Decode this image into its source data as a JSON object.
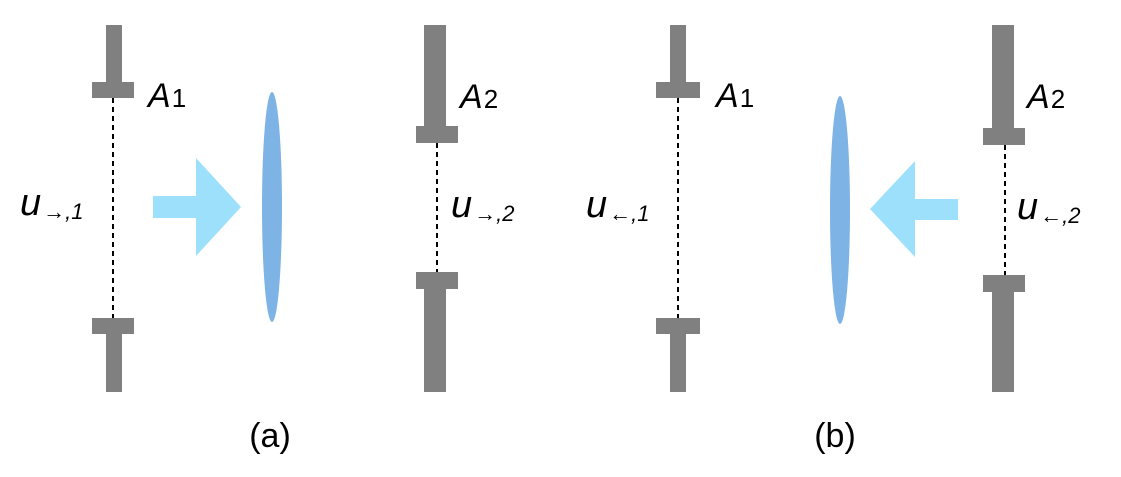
{
  "colors": {
    "aperture": "#808080",
    "lens": "#7eb3e6",
    "arrow": "#9ce0fb",
    "field_line": "#000000"
  },
  "panel_a": {
    "caption": "(a)",
    "aperture1": {
      "letter": "A",
      "index": "1"
    },
    "aperture2": {
      "letter": "A",
      "index": "2"
    },
    "mode1": {
      "letter": "u",
      "subscript": "→,1"
    },
    "mode2": {
      "letter": "u",
      "subscript": "→,2"
    },
    "arrow_direction": "right"
  },
  "panel_b": {
    "caption": "(b)",
    "aperture1": {
      "letter": "A",
      "index": "1"
    },
    "aperture2": {
      "letter": "A",
      "index": "2"
    },
    "mode1": {
      "letter": "u",
      "subscript": "←,1"
    },
    "mode2": {
      "letter": "u",
      "subscript": "←,2"
    },
    "arrow_direction": "left"
  }
}
